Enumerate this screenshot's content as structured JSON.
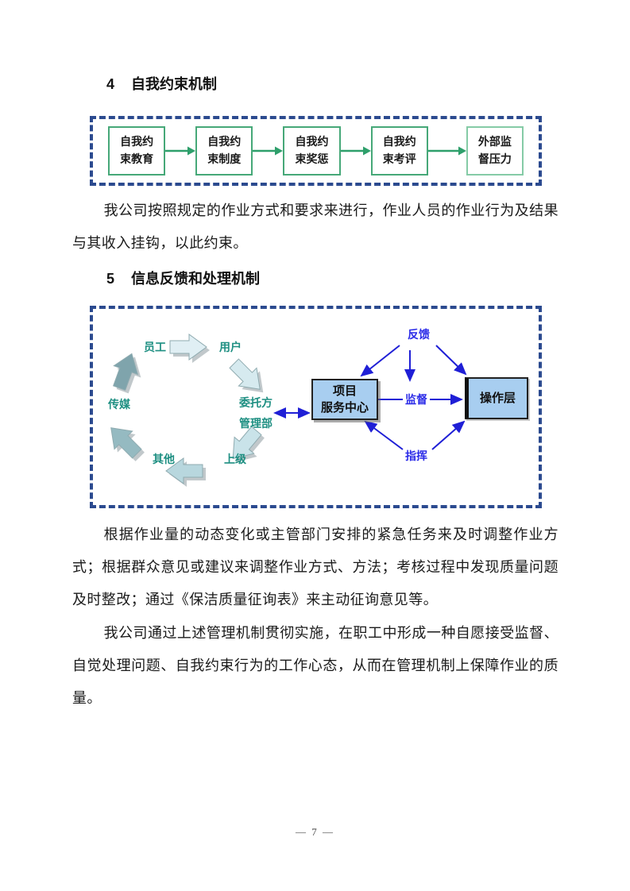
{
  "page": {
    "footer": "— 7 —",
    "background": "#ffffff"
  },
  "colors": {
    "dashed_frame_blue": "#2B4A8F",
    "flow_box_green": "#46A878",
    "flow_box_green_light": "#85CBA6",
    "flow_arrow_green": "#2E9F6B",
    "cycle_label_teal": "#1E8F82",
    "link_label_blue": "#2B2BE8",
    "link_arrow_blue": "#1F1FD6",
    "center_box_fill_blue": "#A8CEF0",
    "text_color": "#1a1a1a"
  },
  "section4": {
    "number": "4",
    "title": "自我约束机制",
    "steps": [
      {
        "l1": "自我约",
        "l2": "束教育"
      },
      {
        "l1": "自我约",
        "l2": "束制度"
      },
      {
        "l1": "自我约",
        "l2": "束奖惩"
      },
      {
        "l1": "自我约",
        "l2": "束考评"
      },
      {
        "l1": "外部监",
        "l2": "督压力"
      }
    ],
    "paragraph": "我公司按照规定的作业方式和要求来进行，作业人员的作业行为及结果与其收入挂钩，以此约束。"
  },
  "section5": {
    "number": "5",
    "title": "信息反馈和处理机制",
    "cycle": [
      {
        "label": "员工"
      },
      {
        "label": "用户"
      },
      {
        "label": "委托方",
        "label2": "管理部"
      },
      {
        "label": "上级"
      },
      {
        "label": "其他"
      },
      {
        "label": "传媒"
      }
    ],
    "center_box": {
      "l1": "项目",
      "l2": "服务中心"
    },
    "right_box": "操作层",
    "links": [
      {
        "label": "反馈"
      },
      {
        "label": "监督"
      },
      {
        "label": "指挥"
      }
    ],
    "paragraph1": "根据作业量的动态变化或主管部门安排的紧急任务来及时调整作业方式；根据群众意见或建议来调整作业方式、方法；考核过程中发现质量问题及时整改；通过《保洁质量征询表》来主动征询意见等。",
    "paragraph2": "我公司通过上述管理机制贯彻实施，在职工中形成一种自愿接受监督、自觉处理问题、自我约束行为的工作心态，从而在管理机制上保障作业的质量。"
  }
}
